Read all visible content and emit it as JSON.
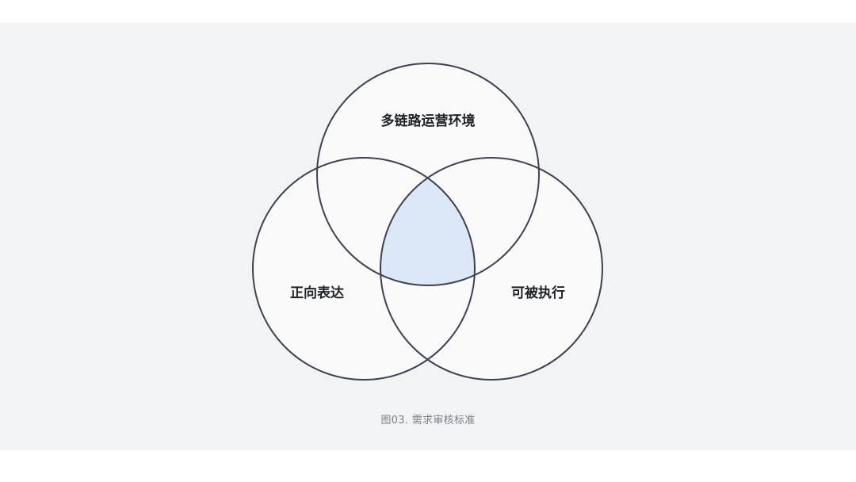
{
  "diagram": {
    "circles": [
      {
        "id": "top",
        "label": "多链路运营环境"
      },
      {
        "id": "left",
        "label": "正向表达"
      },
      {
        "id": "right",
        "label": "可被执行"
      }
    ],
    "highlight_color": "#dce8f6",
    "circle_fill": "#fafafa",
    "stroke_color": "#3e4152"
  },
  "caption": "图03. 需求审核标准"
}
